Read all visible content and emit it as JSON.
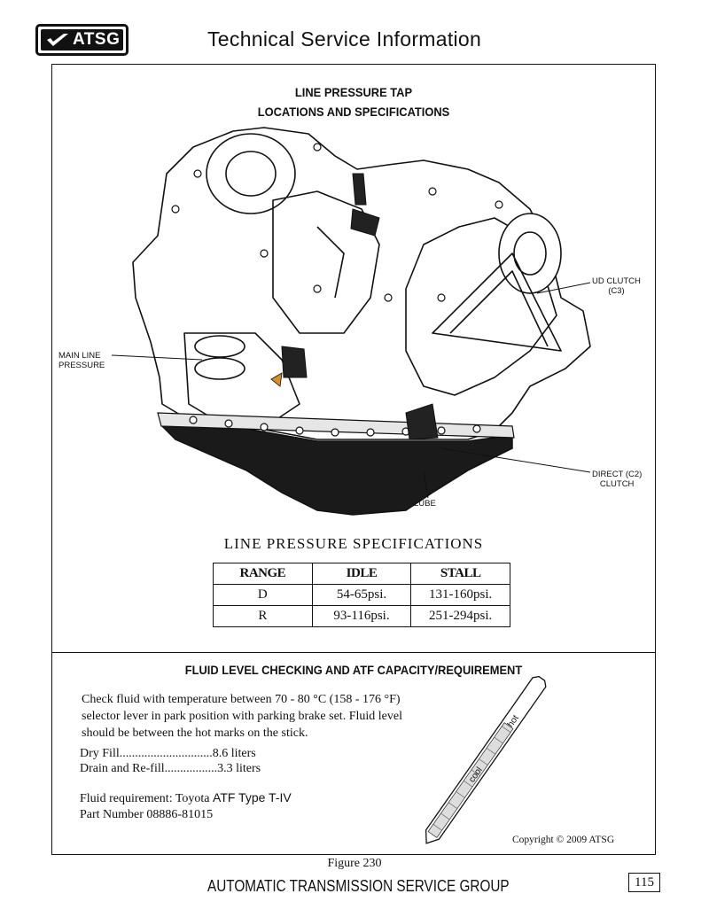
{
  "header": {
    "logo_text": "ATSG",
    "title": "Technical Service Information"
  },
  "figure": {
    "title_line1": "LINE PRESSURE TAP",
    "title_line2": "LOCATIONS AND SPECIFICATIONS",
    "callouts": {
      "ud_clutch_line1": "UD CLUTCH",
      "ud_clutch_line2": "(C3)",
      "main_line_line1": "MAIN LINE",
      "main_line_line2": "PRESSURE",
      "direct_line1": "DIRECT (C2)",
      "direct_line2": "CLUTCH",
      "lube": "LUBE"
    }
  },
  "spec_table": {
    "title": "LINE PRESSURE SPECIFICATIONS",
    "headers": [
      "RANGE",
      "IDLE",
      "STALL"
    ],
    "rows": [
      [
        "D",
        "54-65psi.",
        "131-160psi."
      ],
      [
        "R",
        "93-116psi.",
        "251-294psi."
      ]
    ]
  },
  "fluid": {
    "title": "FLUID LEVEL CHECKING AND ATF CAPACITY/REQUIREMENT",
    "text_line1": "Check fluid with temperature between 70 - 80 °C (158 - 176 °F)",
    "text_line2": "selector lever in park position with parking brake set. Fluid level",
    "text_line3": "should be between the hot marks on the stick.",
    "dry_fill": "Dry Fill..............................8.6 liters",
    "drain_refill": "Drain and Re-fill.................3.3 liters",
    "requirement_prefix": "Fluid requirement: Toyota ",
    "requirement_type": "ATF Type T-IV",
    "part_number": "Part Number 08886-81015",
    "dipstick_cool": "cool",
    "dipstick_hot": "hot"
  },
  "copyright": "Copyright © 2009 ATSG",
  "figure_label": "Figure 230",
  "footer": {
    "text": "AUTOMATIC TRANSMISSION SERVICE GROUP",
    "page_number": "115"
  }
}
